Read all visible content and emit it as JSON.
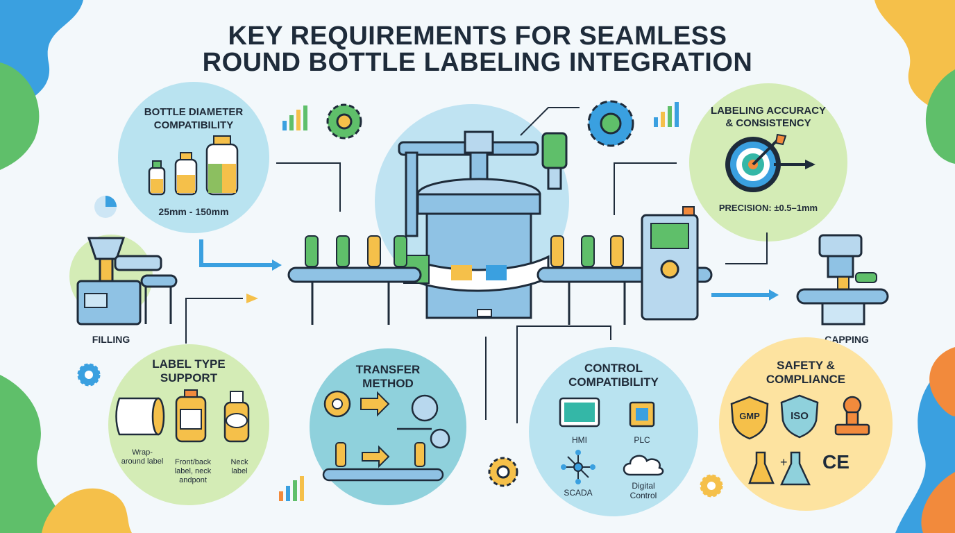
{
  "title": {
    "line1": "KEY REQUIREMENTS FOR SEAMLESS",
    "line2": "ROUND BOTTLE LABELING INTEGRATION"
  },
  "bottle_diameter": {
    "title_line1": "BOTTLE DIAMETER",
    "title_line2": "COMPATIBILITY",
    "range": "25mm - 150mm"
  },
  "labeling_accuracy": {
    "title_line1": "LABELING ACCURACY",
    "title_line2": "& CONSISTENCY",
    "precision": "PRECISION: ±0.5–1mm"
  },
  "process": {
    "filling": "FILLING",
    "capping": "CAPPING"
  },
  "label_type": {
    "title_line1": "LABEL TYPE",
    "title_line2": "SUPPORT",
    "items": [
      "Wrap-around label",
      "Front/back label, neck andpont",
      "Neck label"
    ]
  },
  "transfer": {
    "title_line1": "TRANSFER",
    "title_line2": "METHOD"
  },
  "control": {
    "title_line1": "CONTROL",
    "title_line2": "COMPATIBILITY",
    "hmi": "HMI",
    "plc": "PLC",
    "scada": "SCADA",
    "digital_line1": "Digital",
    "digital_line2": "Control"
  },
  "safety": {
    "title_line1": "SAFETY &",
    "title_line2": "COMPLIANCE",
    "gmp": "GMP",
    "iso": "ISO",
    "ce": "CE"
  },
  "colors": {
    "navy": "#1e2b3a",
    "blue": "#3aa0e0",
    "green": "#5fbf6a",
    "yellow": "#f5c04a",
    "orange": "#f28a3c",
    "teal": "#34b7a7"
  }
}
